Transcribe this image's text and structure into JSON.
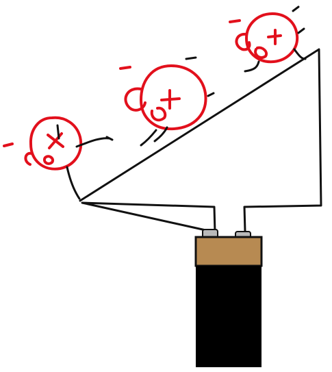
{
  "colors": {
    "background": "#ffffff",
    "ink": "#111111",
    "electron_red": "#e2101c",
    "battery_body": "#000000",
    "battery_band": "#b78a52",
    "terminal_gray": "#b9b9b9"
  },
  "scene": {
    "ramp": {
      "shape": "right-triangle-with-stem"
    },
    "battery": {
      "terminals": 2
    },
    "electrons": [
      {
        "id": "electron-1",
        "face": "x-mark",
        "pose": "climbing"
      },
      {
        "id": "electron-2",
        "face": "plus-mark",
        "pose": "climbing"
      },
      {
        "id": "electron-3",
        "face": "plus-mark",
        "pose": "climbing"
      }
    ]
  }
}
